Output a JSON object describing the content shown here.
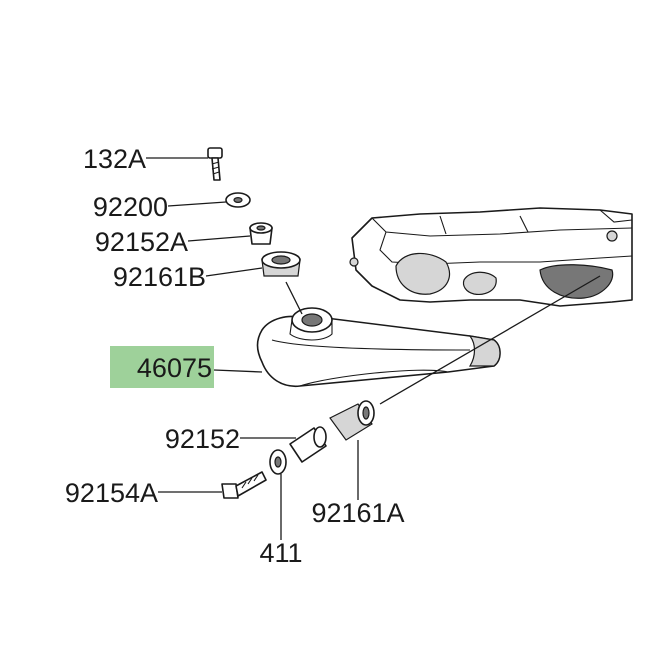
{
  "diagram": {
    "parts": [
      {
        "id": "p132a",
        "label": "132A"
      },
      {
        "id": "p92200",
        "label": "92200"
      },
      {
        "id": "p92152a",
        "label": "92152A"
      },
      {
        "id": "p92161b",
        "label": "92161B"
      },
      {
        "id": "p46075",
        "label": "46075",
        "highlighted": true
      },
      {
        "id": "p92152",
        "label": "92152"
      },
      {
        "id": "p92154a",
        "label": "92154A"
      },
      {
        "id": "p92161a",
        "label": "92161A"
      },
      {
        "id": "p411",
        "label": "411"
      }
    ],
    "highlight_color": "#9ed19a"
  }
}
